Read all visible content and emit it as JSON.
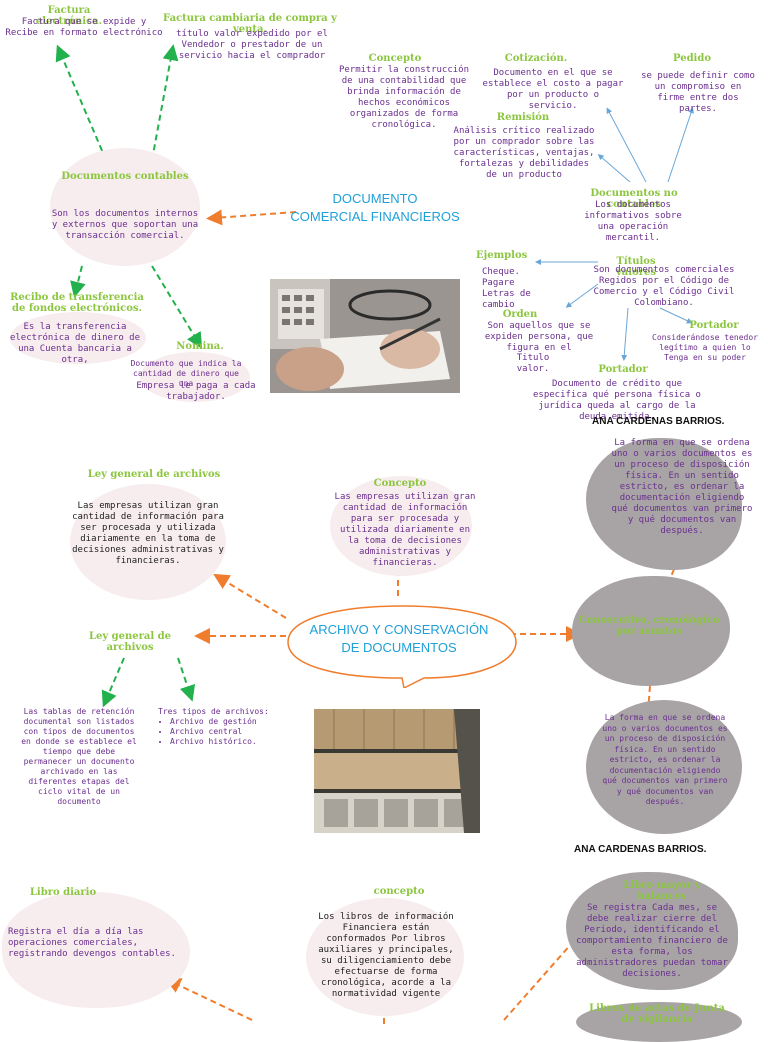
{
  "section1": {
    "center_title_line1": "DOCUMENTO",
    "center_title_line2": "COMERCIAL FINANCIEROS",
    "factura_title": "Factura electrónica.",
    "factura_text": "Factura que se expide y Recibe en formato electrónico",
    "cambiaria_title": "Factura cambiaria de compra y venta.",
    "cambiaria_text": "título valor expedido por el Vendedor o prestador de un servicio hacia el comprador",
    "doc_contables_title": "Documentos contables",
    "doc_contables_text": "Son los documentos internos y externos que soportan una transacción comercial.",
    "recibo_title": "Recibo de transferencia de fondos electrónicos.",
    "recibo_text": "Es la transferencia electrónica de dinero de una Cuenta bancaria a otra,",
    "nomina_title": "Nomina.",
    "nomina_text1": "Documento que indica la cantidad de dinero que una",
    "nomina_text2": "Empresa le paga a cada trabajador.",
    "concepto_title": "Concepto",
    "concepto_text": "Permitir la construcción de una contabilidad que brinda información de hechos económicos organizados de forma cronológica.",
    "cotizacion_title": "Cotización.",
    "cotizacion_text": "Documento en el que se establece el costo a pagar por un producto o servicio.",
    "pedido_title": "Pedido",
    "pedido_text": "se puede definir como un compromiso en firme entre dos partes.",
    "remision_title": "Remisión",
    "remision_text": "Análisis crítico realizado por un comprador sobre las características, ventajas, fortalezas y debilidades de un producto",
    "no_contables_title": "Documentos no contables",
    "no_contables_text": "Los documentos informativos sobre una operación mercantil.",
    "ejemplos_title": "Ejemplos",
    "ejemplos_items": [
      "Cheque.",
      "Pagare",
      "Letras de cambio"
    ],
    "titulos_title": "Títulos valores",
    "titulos_text": "Son documentos comerciales Regidos por el Código de Comercio y el Código Civil Colombiano.",
    "orden_title": "Orden",
    "orden_text1": "Son aquellos que se expiden persona, que figura en el",
    "orden_text2": "Titulo valor.",
    "portador_title": "Portador",
    "portador_text": "Considerándose tenedor legítimo a quien lo Tenga en su poder",
    "portador2_title": "Portador",
    "portador2_text": "Documento de crédito que especifica qué persona física o jurídica queda al cargo de la deuda emitida."
  },
  "name1": "ANA CARDENAS BARRIOS.",
  "section2": {
    "center_title": "ARCHIVO Y CONSERVACIÓN DE DOCUMENTOS",
    "ley1_title": "Ley general de archivos",
    "ley1_text": "Las empresas utilizan gran cantidad de información para ser procesada y utilizada diariamente en la toma de decisiones administrativas y financieras.",
    "concepto_title": "Concepto",
    "concepto_text": "Las empresas utilizan gran cantidad de información para ser procesada y utilizada diariamente en la toma de decisiones administrativas y financieras.",
    "forma1_text": "La forma en que se ordena uno o varios documentos es un proceso de disposición física. En un sentido estricto, es ordenar la documentación eligiendo qué documentos van primero y qué documentos van después.",
    "consecutivo_title": "Consecutivo, cronológico por asuntos",
    "ley2_title": "Ley general de archivos",
    "tablas_text": "Las tablas de retención documental son listados con tipos de documentos en donde se establece el tiempo que debe permanecer un documento archivado en las diferentes etapas del ciclo vital de un documento",
    "tres_tipos_text": "Tres tipos de archivos:",
    "tres_tipos_items": [
      "Archivo de gestión",
      "Archivo central",
      "Archivo histórico."
    ],
    "forma2_text": "La forma en que se ordena uno o varios documentos es un proceso de disposición física. En un sentido estricto, es ordenar la documentación eligiendo qué documentos van primero y qué documentos van después."
  },
  "name2": "ANA CARDENAS BARRIOS.",
  "section3": {
    "libro_diario_title": "Libro diario",
    "libro_diario_text": "Registra el día a día las operaciones comerciales, registrando devengos contables.",
    "concepto_title": "concepto",
    "concepto_text": "Los libros de información Financiera están conformados Por libros auxiliares y principales, su diligenciamiento debe efectuarse de forma cronológica, acorde a la normatividad vigente",
    "mayor_title": "Libro mayor y balances",
    "mayor_text": "Se registra Cada mes, se debe realizar cierre del Periodo, identificando el comportamiento financiero de esta forma, los administradores puedan tomar decisiones.",
    "actas_title": "Libros de actas de Junta de vigilancia"
  },
  "colors": {
    "green": "#8cc63f",
    "purple": "#6b2f8f",
    "blue": "#1fa0d8",
    "arrow_green": "#22b14c",
    "arrow_orange": "#f07d2d",
    "arrow_blue": "#6aa7d8",
    "blob_pink": "#f7ecee",
    "blob_gray": "#a8a4a6"
  }
}
